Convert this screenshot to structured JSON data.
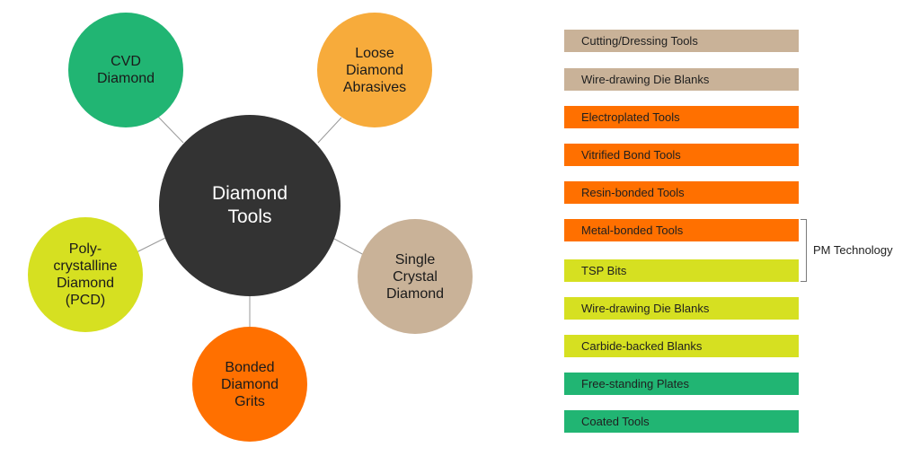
{
  "center": {
    "label": "Diamond\nTools",
    "color": "#333333"
  },
  "nodes": [
    {
      "id": "cvd-diamond",
      "label": "CVD\nDiamond",
      "color": "#21b573"
    },
    {
      "id": "loose-diamond-abrasives",
      "label": "Loose\nDiamond\nAbrasives",
      "color": "#f7ab3b"
    },
    {
      "id": "single-crystal-diamond",
      "label": "Single\nCrystal\nDiamond",
      "color": "#c9b298"
    },
    {
      "id": "bonded-diamond-grits",
      "label": "Bonded\nDiamond\nGrits",
      "color": "#ff7000"
    },
    {
      "id": "pcd",
      "label": "Poly-\ncrystalline\nDiamond\n(PCD)",
      "color": "#d6e021"
    }
  ],
  "tool_list": [
    {
      "label": "Cutting/Dressing Tools",
      "color": "#c9b298"
    },
    {
      "label": "Wire-drawing Die Blanks",
      "color": "#c9b298"
    },
    {
      "label": "Electroplated Tools",
      "color": "#ff7000"
    },
    {
      "label": "Vitrified Bond Tools",
      "color": "#ff7000"
    },
    {
      "label": "Resin-bonded Tools",
      "color": "#ff7000"
    },
    {
      "label": "Metal-bonded Tools",
      "color": "#ff7000"
    },
    {
      "label": "TSP Bits",
      "color": "#d6e021"
    },
    {
      "label": "Wire-drawing Die Blanks",
      "color": "#d6e021"
    },
    {
      "label": "Carbide-backed Blanks",
      "color": "#d6e021"
    },
    {
      "label": "Free-standing Plates",
      "color": "#21b573"
    },
    {
      "label": "Coated Tools",
      "color": "#21b573"
    }
  ],
  "bracket_label": "PM Technology",
  "connector_color": "#9a9a9a"
}
